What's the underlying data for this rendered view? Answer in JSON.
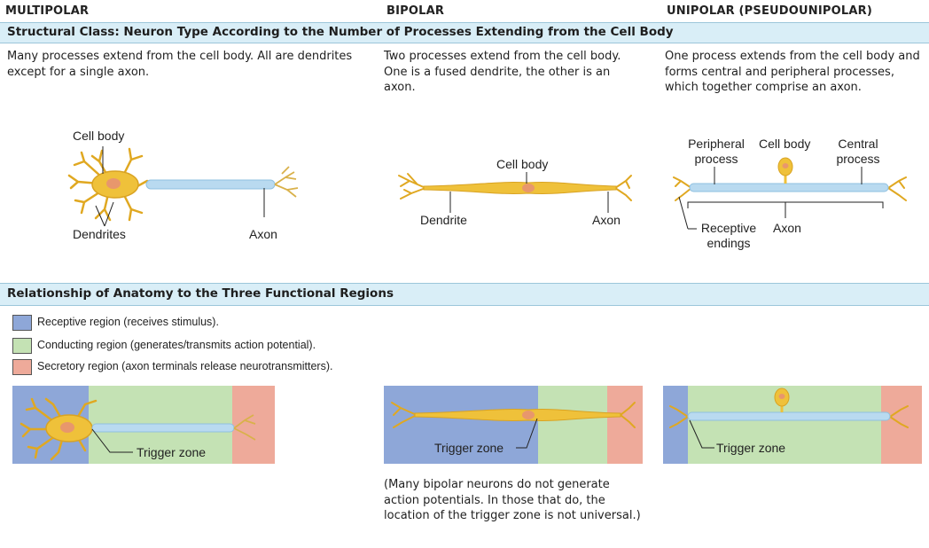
{
  "columns": {
    "multipolar": "MULTIPOLAR",
    "bipolar": "BIPOLAR",
    "unipolar": "UNIPOLAR (PSEUDOUNIPOLAR)"
  },
  "structural": {
    "heading": "Structural Class: Neuron Type According to the Number of Processes Extending from the Cell Body",
    "multipolar_desc": "Many processes extend from the cell body. All are dendrites except for a single axon.",
    "bipolar_desc": "Two processes extend from the cell body. One is a fused dendrite, the other is an axon.",
    "unipolar_desc": "One process extends from the cell body and forms central and peripheral processes, which together comprise an axon."
  },
  "labels": {
    "multipolar": {
      "cell_body": "Cell body",
      "dendrites": "Dendrites",
      "axon": "Axon"
    },
    "bipolar": {
      "cell_body": "Cell body",
      "dendrite": "Dendrite",
      "axon": "Axon"
    },
    "unipolar": {
      "peripheral_process": "Peripheral process",
      "cell_body": "Cell body",
      "central_process": "Central process",
      "receptive_endings": "Receptive endings",
      "axon": "Axon"
    }
  },
  "functional": {
    "heading": "Relationship of Anatomy to the Three Functional Regions",
    "legend": [
      {
        "label": "Receptive region (receives stimulus).",
        "color": "#8ea7d8"
      },
      {
        "label": "Conducting region (generates/transmits action potential).",
        "color": "#c4e2b4"
      },
      {
        "label": "Secretory region (axon terminals release neurotransmitters).",
        "color": "#eeaa9a"
      }
    ],
    "trigger_zone": "Trigger zone",
    "bipolar_note": "(Many bipolar neurons do not generate action potentials. In those that do, the location of the trigger zone is not universal.)"
  },
  "colors": {
    "band": "#d9eef7",
    "neuron": "#efc13a",
    "myelin": "#b9daf0"
  }
}
